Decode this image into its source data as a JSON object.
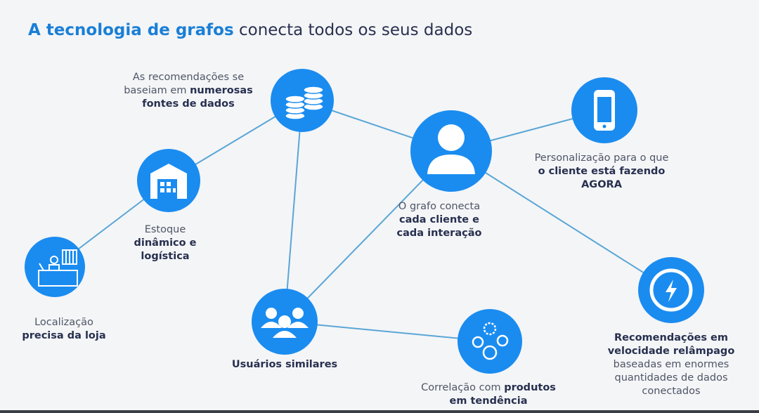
{
  "title": {
    "highlight": "A tecnologia de grafos",
    "rest": "conecta todos os seus dados"
  },
  "colors": {
    "node": "#1a8cf0",
    "edge": "#5aa6d6",
    "title_accent": "#1a7fd6",
    "text_dark": "#27304f",
    "text_gray": "#4f5566"
  },
  "nodes": {
    "database": {
      "icon": "database-icon",
      "line1": "As recomendações se",
      "line2a": "baseiam em ",
      "line2b": "numerosas",
      "line3": "fontes de dados"
    },
    "warehouse": {
      "icon": "warehouse-icon",
      "line1": "Estoque",
      "line2": "dinâmico e",
      "line3": "logística"
    },
    "store": {
      "icon": "store-icon",
      "line1": "Localização",
      "line2": "precisa da loja"
    },
    "customer": {
      "icon": "user-icon",
      "line1": "O grafo conecta",
      "line2": "cada cliente e",
      "line3": "cada interação"
    },
    "phone": {
      "icon": "smartphone-icon",
      "line1": "Personalização para o que",
      "line2": "o cliente está fazendo",
      "line3": "AGORA"
    },
    "users": {
      "icon": "users-group-icon",
      "line1": "Usuários similares"
    },
    "products": {
      "icon": "products-icon",
      "line1a": "Correlação com ",
      "line1b": "produtos",
      "line2": "em tendência"
    },
    "lightning": {
      "icon": "lightning-icon",
      "line1": "Recomendações em",
      "line2": "velocidade relâmpago",
      "line3": "baseadas em enormes",
      "line4": "quantidades de dados",
      "line5": "conectados"
    }
  }
}
